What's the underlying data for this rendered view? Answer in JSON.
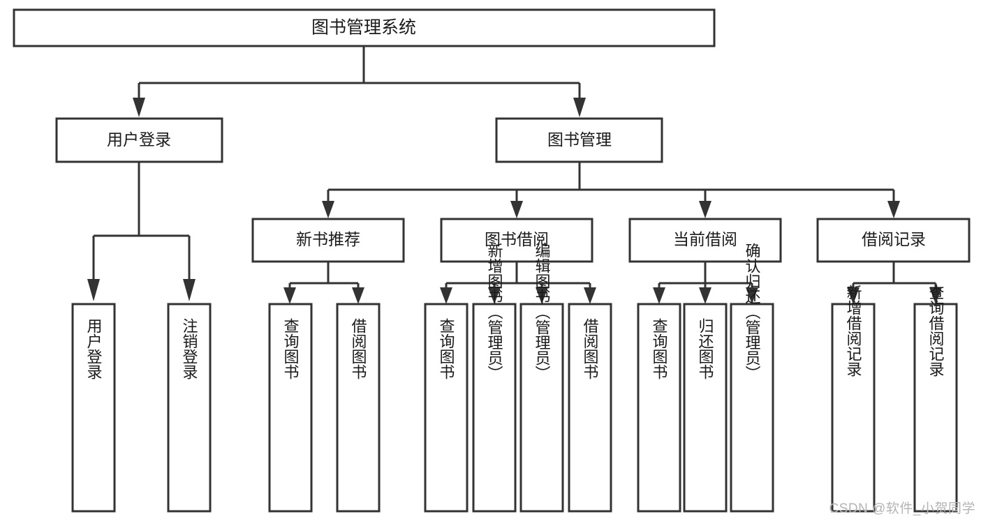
{
  "diagram": {
    "type": "tree-hierarchy-flowchart",
    "title": "图书管理系统",
    "colors": {
      "background": "#ffffff",
      "box_fill": "#ffffff",
      "box_stroke": "#333333",
      "text": "#1a1a1a",
      "watermark": "#b4b4b4"
    },
    "root": {
      "label": "图书管理系统"
    },
    "level2": [
      {
        "label": "用户登录"
      },
      {
        "label": "图书管理"
      }
    ],
    "level3": [
      {
        "label": "新书推荐"
      },
      {
        "label": "图书借阅"
      },
      {
        "label": "当前借阅"
      },
      {
        "label": "借阅记录"
      }
    ],
    "leaves": {
      "user_login": [
        {
          "label": "用户登录"
        },
        {
          "label": "注销登录"
        }
      ],
      "new_book_recommend": [
        {
          "label": "查询图书"
        },
        {
          "label": "借阅图书"
        }
      ],
      "book_borrow": [
        {
          "label": "查询图书"
        },
        {
          "label": "新增图书（管理员）"
        },
        {
          "label": "编辑图书（管理员）"
        },
        {
          "label": "借阅图书"
        }
      ],
      "current_borrow": [
        {
          "label": "查询图书"
        },
        {
          "label": "归还图书"
        },
        {
          "label": "确认归还（管理员）"
        }
      ],
      "borrow_record": [
        {
          "label": "新增借阅记录"
        },
        {
          "label": "查询借阅记录"
        }
      ]
    }
  },
  "watermark": {
    "text": "CSDN @软件_小贺同学"
  }
}
